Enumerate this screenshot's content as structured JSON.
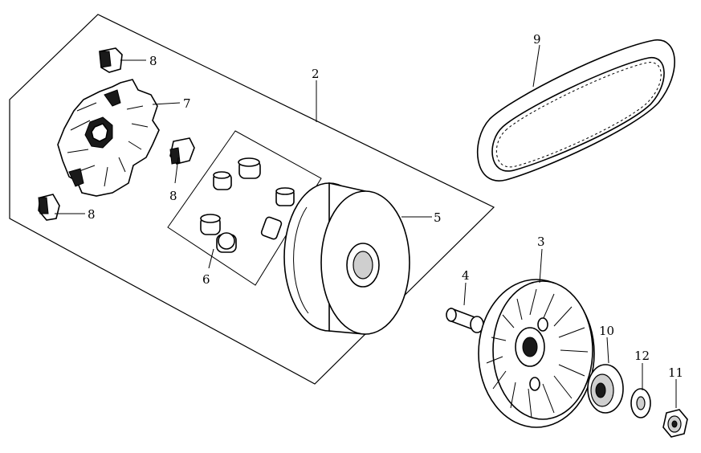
{
  "callouts": {
    "c2": "2",
    "c3": "3",
    "c4": "4",
    "c5": "5",
    "c6": "6",
    "c7": "7",
    "c8a": "8",
    "c8b": "8",
    "c8c": "8",
    "c9": "9",
    "c10": "10",
    "c11": "11",
    "c12": "12"
  }
}
